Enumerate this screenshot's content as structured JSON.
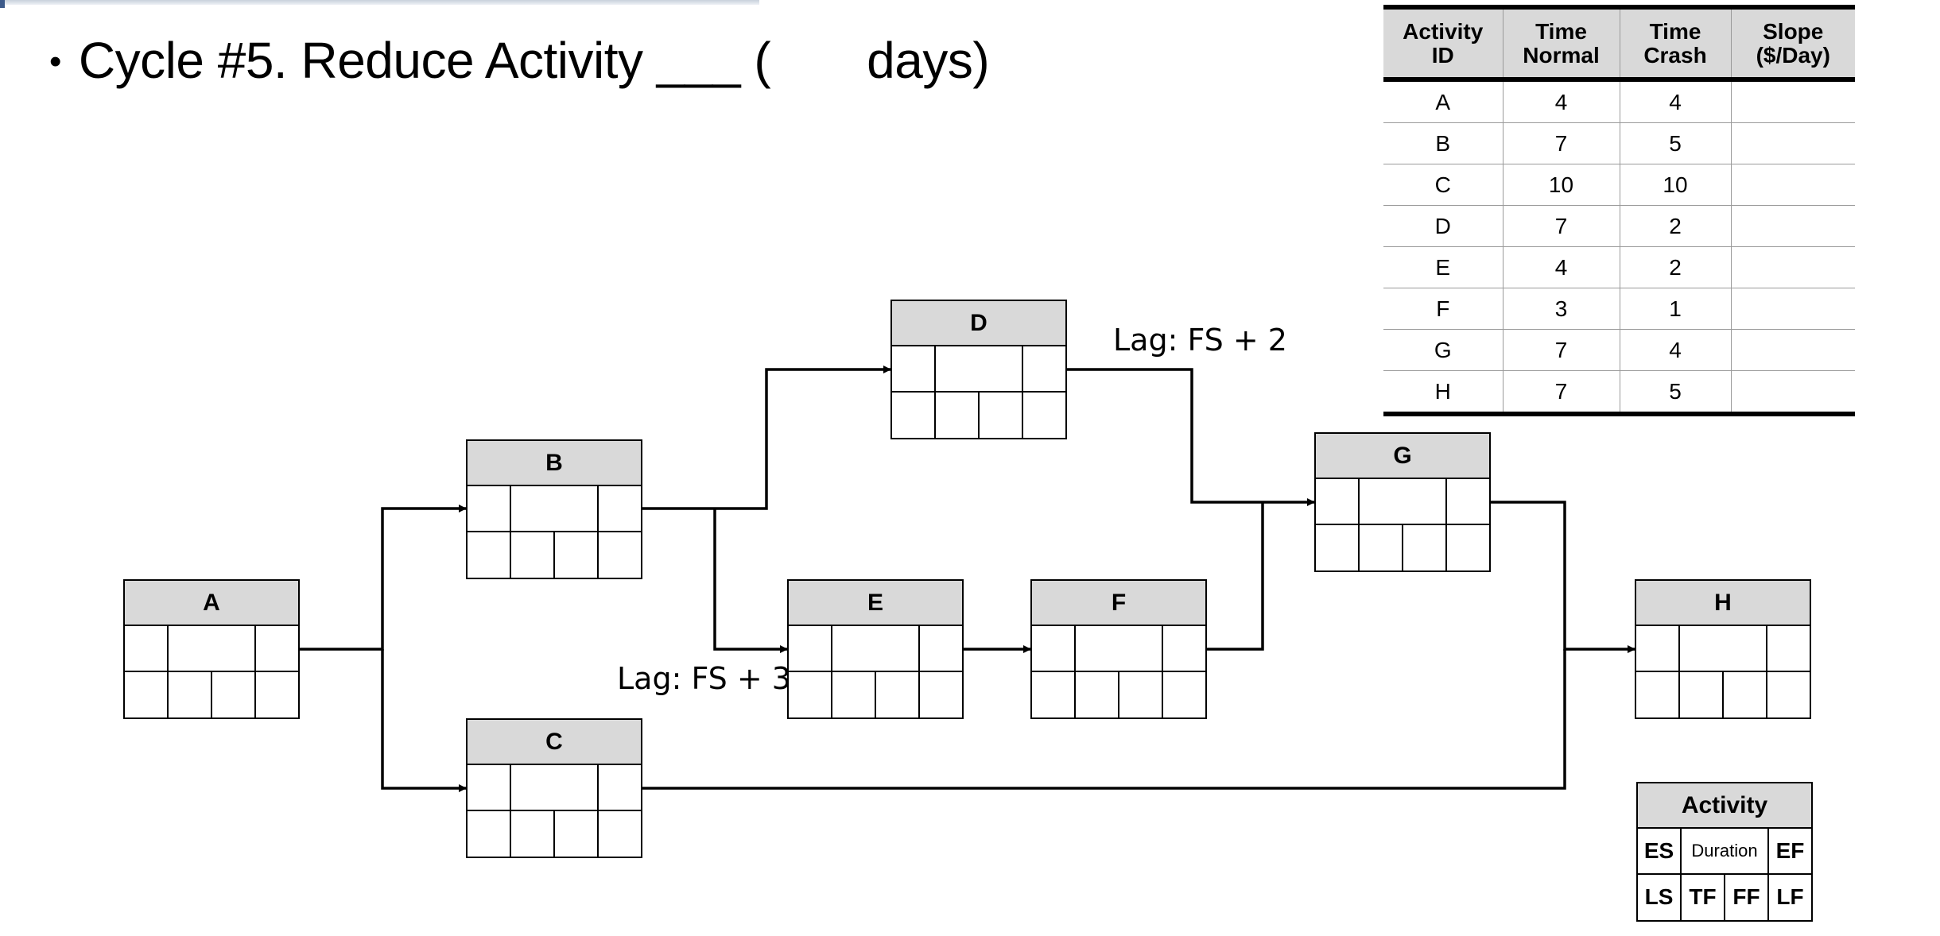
{
  "heading": {
    "bullet": "•",
    "text": "Cycle #5. Reduce Activity ___ (       days)"
  },
  "crash_table": {
    "headers": [
      [
        "Activity",
        "ID"
      ],
      [
        "Time",
        "Normal"
      ],
      [
        "Time",
        "Crash"
      ],
      [
        "Slope",
        "($/Day)"
      ]
    ],
    "rows": [
      {
        "id": "A",
        "normal": "4",
        "crash": "4",
        "slope": ""
      },
      {
        "id": "B",
        "normal": "7",
        "crash": "5",
        "slope": ""
      },
      {
        "id": "C",
        "normal": "10",
        "crash": "10",
        "slope": ""
      },
      {
        "id": "D",
        "normal": "7",
        "crash": "2",
        "slope": ""
      },
      {
        "id": "E",
        "normal": "4",
        "crash": "2",
        "slope": ""
      },
      {
        "id": "F",
        "normal": "3",
        "crash": "1",
        "slope": ""
      },
      {
        "id": "G",
        "normal": "7",
        "crash": "4",
        "slope": ""
      },
      {
        "id": "H",
        "normal": "7",
        "crash": "5",
        "slope": ""
      }
    ]
  },
  "nodes": {
    "a": {
      "label": "A"
    },
    "b": {
      "label": "B"
    },
    "c": {
      "label": "C"
    },
    "d": {
      "label": "D"
    },
    "e": {
      "label": "E"
    },
    "f": {
      "label": "F"
    },
    "g": {
      "label": "G"
    },
    "h": {
      "label": "H"
    }
  },
  "lags": {
    "bd_g": "Lag: FS + 2",
    "b_e": "Lag: FS + 3"
  },
  "legend": {
    "title": "Activity",
    "es": "ES",
    "duration": "Duration",
    "ef": "EF",
    "ls": "LS",
    "tf": "TF",
    "ff": "FF",
    "lf": "LF"
  },
  "colors": {
    "header_fill": "#d9d9d9",
    "line": "#000000"
  }
}
